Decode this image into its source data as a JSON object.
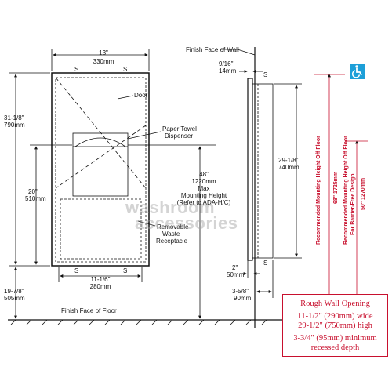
{
  "front_view": {
    "width_in": "13\"",
    "width_mm": "330mm",
    "height_in": "31-1/8\"",
    "height_mm": "790mm",
    "mount_in": "20\"",
    "mount_mm": "510mm",
    "bottom_in": "19-7/8\"",
    "bottom_mm": "505mm",
    "opening_in": "11-1/6\"",
    "opening_mm": "280mm",
    "screw_mark": "S",
    "door_label": "Door",
    "towel_label_1": "Paper Towel",
    "towel_label_2": "Dispenser",
    "waste_label_1": "Removable",
    "waste_label_2": "Waste",
    "waste_label_3": "Receptacle",
    "max_in": "48\"",
    "max_mm": "1220mm",
    "max_l1": "Max",
    "max_l2": "Mounting Height",
    "max_l3": "(Refer to ADA-H/C)",
    "floor_label": "Finish Face of Floor"
  },
  "side_view": {
    "wall_label": "Finish Face of Wall",
    "flange_in": "9/16\"",
    "flange_mm": "14mm",
    "screw_mark": "S",
    "height_in": "29-1/8\"",
    "height_mm": "740mm",
    "proj_in": "2\"",
    "proj_mm": "50mm",
    "depth_in": "3-5/8\"",
    "depth_mm": "90mm"
  },
  "recommend": {
    "col1_value": "68\"  1725mm",
    "col1_label": "Recommended Mounting Height Off Floor",
    "col2_value": "50\"  1270mm",
    "col2_label_1": "Recommended Mounting Height Off Floor",
    "col2_label_2": "For Barrier-Free Design",
    "accessibility_icon": "wheelchair-icon"
  },
  "rough_opening": {
    "title": "Rough Wall Opening",
    "line1": "11-1/2\" (290mm) wide",
    "line2": "29-1/2\" (750mm) high",
    "line3": "3-3/4\" (95mm) minimum",
    "line4": "recessed depth"
  },
  "watermark": {
    "line1": "washroom",
    "line2": "accessories"
  },
  "colors": {
    "accent_red": "#c8102e",
    "icon_blue": "#1d9fd8",
    "line": "#111111"
  }
}
